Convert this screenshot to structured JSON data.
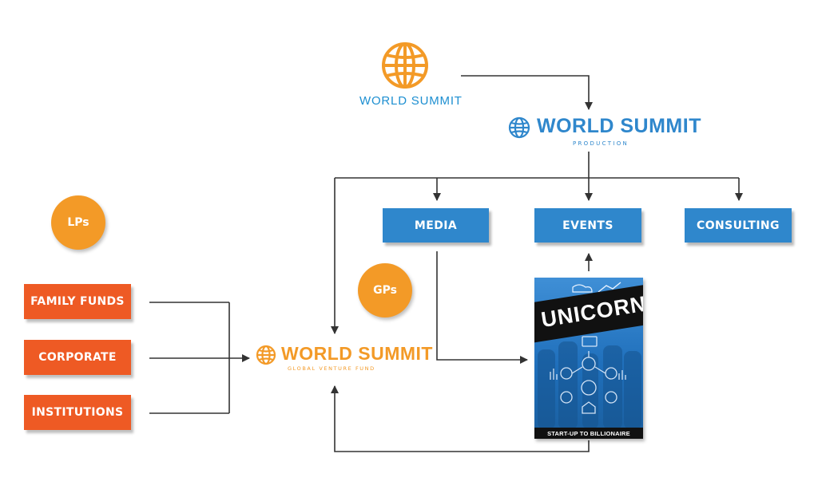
{
  "top_logo": {
    "name": "WORLD SUMMIT",
    "color": "#1d8fd1",
    "globe_color": "#f39a27"
  },
  "production_logo": {
    "name": "WORLD SUMMIT",
    "subtitle": "PRODUCTION",
    "color": "#2f87cc"
  },
  "fund_logo": {
    "name": "WORLD SUMMIT",
    "subtitle": "GLOBAL VENTURE FUND",
    "color": "#f39a27"
  },
  "lps_label": "LPs",
  "gps_label": "GPs",
  "sources": [
    {
      "label": "FAMILY FUNDS"
    },
    {
      "label": "CORPORATE"
    },
    {
      "label": "INSTITUTIONS"
    }
  ],
  "services": [
    {
      "label": "MEDIA"
    },
    {
      "label": "EVENTS"
    },
    {
      "label": "CONSULTING"
    }
  ],
  "book": {
    "title": "UNICORN",
    "footer": "START-UP TO BILLIONAIRE"
  },
  "colors": {
    "orange": "#ee5a24",
    "circle": "#f39a27",
    "blue": "#2f87cc",
    "line": "#333333"
  }
}
